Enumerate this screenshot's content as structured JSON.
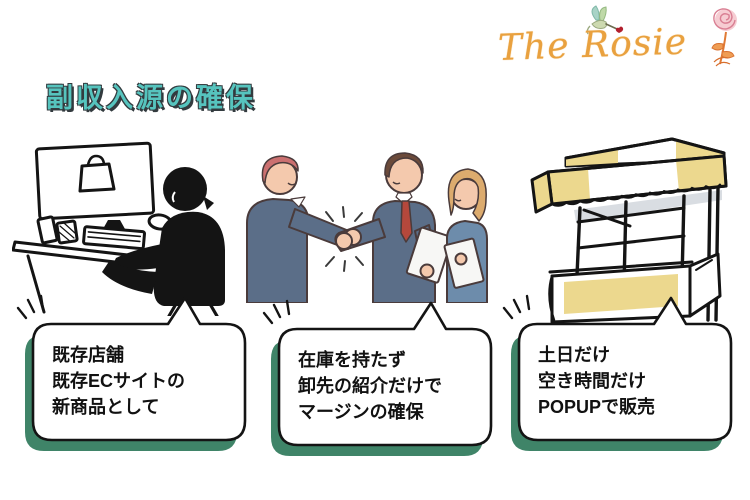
{
  "brand": {
    "name": "The Rosie"
  },
  "page_title": "副収入源の確保",
  "sections": [
    {
      "name": "existing-store",
      "illustration": "person-at-computer",
      "bubble": {
        "line1": "既存店舗",
        "line2": "既存ECサイトの",
        "line3": "新商品として"
      }
    },
    {
      "name": "wholesale-intro",
      "illustration": "business-handshake",
      "bubble": {
        "line1": "在庫を持たず",
        "line2": "卸先の紹介だけで",
        "line3": "マージンの確保"
      }
    },
    {
      "name": "popup-sales",
      "illustration": "popup-stall",
      "bubble": {
        "line1": "土日だけ",
        "line2": "空き時間だけ",
        "line3": "POPUPで販売"
      }
    }
  ],
  "colors": {
    "title_teal": "#56c4be",
    "title_outline": "#333b3f",
    "bubble_shadow_green": "#3f8468",
    "bubble_border": "#141414",
    "logo_orange": "#e9a13f",
    "awning_yellow": "#ecd88e",
    "suit_blue": "#5b6e88",
    "woman_jacket_blue": "#6d8cab",
    "skin": "#f4c9ad",
    "hair_salmon": "#cb7070",
    "hair_brown": "#6b4a3a",
    "hair_blonde": "#dcab6e",
    "tie_red": "#b5483c"
  }
}
